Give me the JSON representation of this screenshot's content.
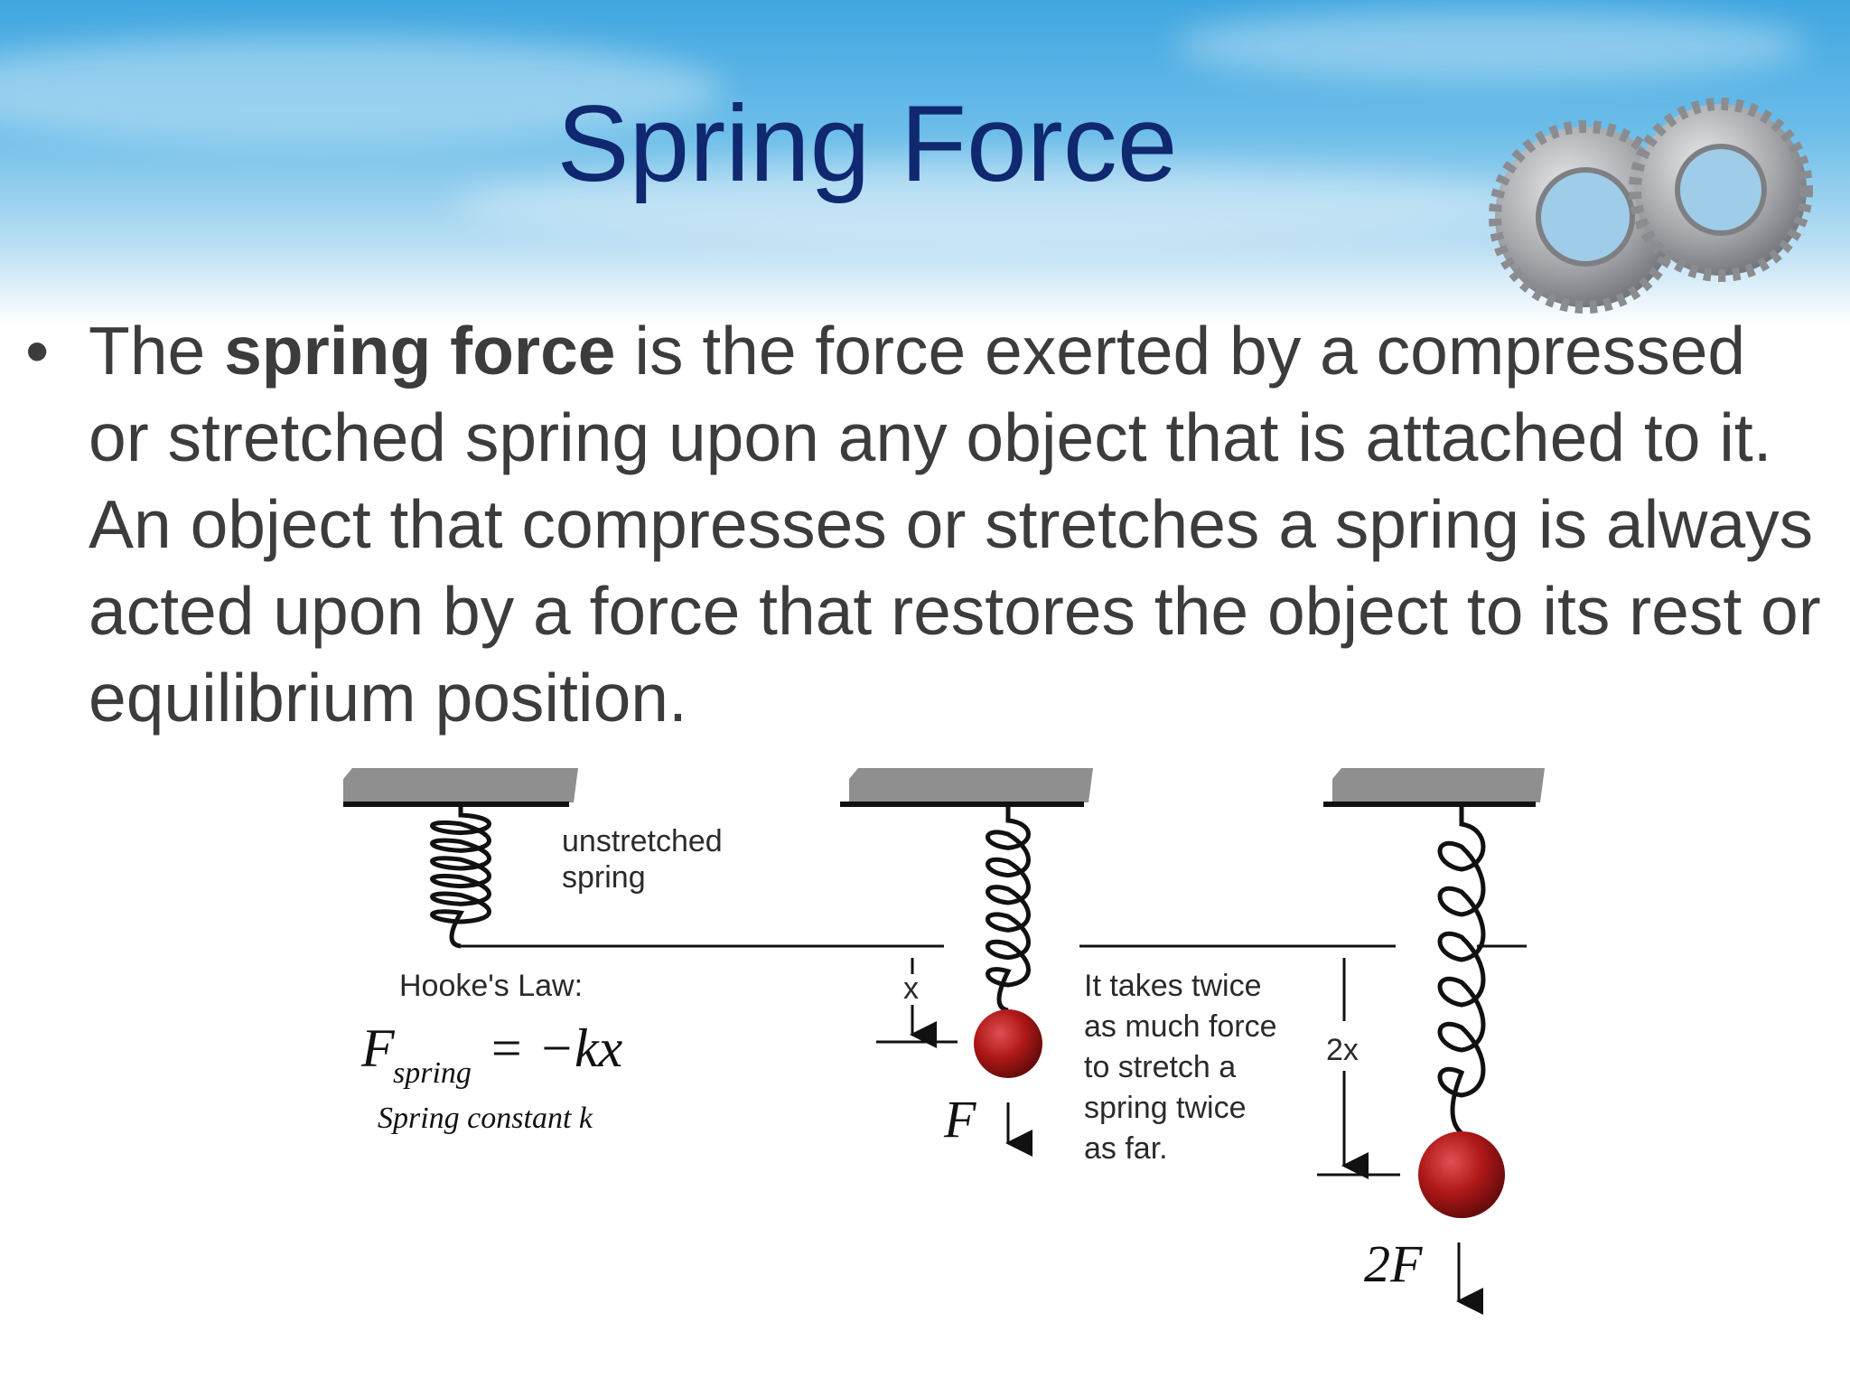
{
  "title": "Spring Force",
  "bullet": {
    "prefix": "The ",
    "term": "spring force",
    "rest": " is the force exerted by a compressed or stretched spring upon any object that is attached to it. An object that compresses or stretches a spring is always acted upon by a force that restores the object to its rest or equilibrium position."
  },
  "diagram": {
    "unstretched_line1": "unstretched",
    "unstretched_line2": "spring",
    "hookes_law": "Hooke's Law:",
    "formula_f": "F",
    "formula_sub": "spring",
    "formula_rhs": "= −kx",
    "spring_constant": "Spring constant k",
    "x_label": "x",
    "force1": "F",
    "note_lines": [
      "It takes twice",
      "as much force",
      "to stretch a",
      "spring twice",
      "as far."
    ],
    "x2_label": "2x",
    "force2": "2F"
  },
  "colors": {
    "title": "#0f2870",
    "body_text": "#3c3c3c",
    "mass": "#b01818",
    "ceiling": "#8f8f8f"
  }
}
